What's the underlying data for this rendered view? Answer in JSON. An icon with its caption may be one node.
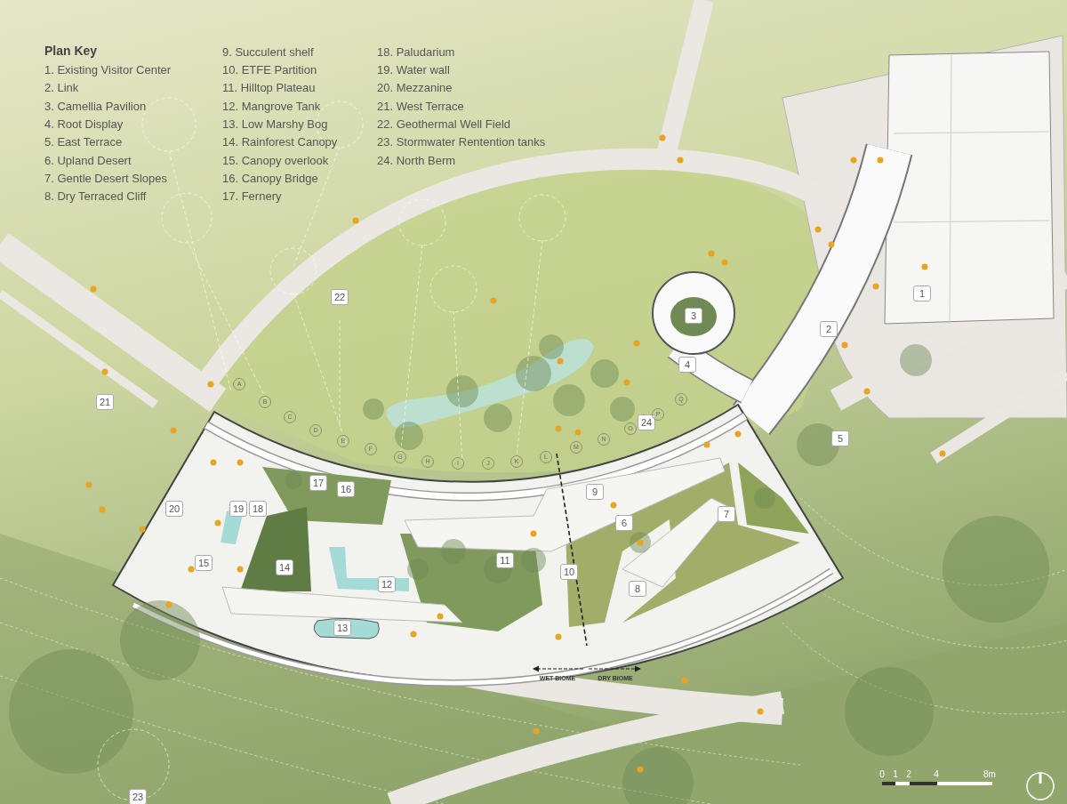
{
  "diagram": {
    "labels": [
      "Plan Key",
      "1. Existing Visitor Center",
      "2. Link",
      "3. Camellia Pavilion",
      "4. Root Display",
      "5. East Terrace",
      "6. Upland Desert",
      "7. Gentle Desert Slopes",
      "8. Dry Terraced Cliff",
      "9. Succulent shelf",
      "10. ETFE Partition",
      "11. Hilltop Plateau",
      "12. Mangrove Tank",
      "13. Low Marshy Bog",
      "14. Rainforest Canopy",
      "15. Canopy overlook",
      "16. Canopy Bridge",
      "17. Fernery",
      "18. Paludarium",
      "19. Water wall",
      "20. Mezzanine",
      "21. West Terrace",
      "22. Geothermal Well Field",
      "23. Stormwater Rentention tanks",
      "24. North Berm",
      "1",
      "2",
      "3",
      "4",
      "5",
      "6",
      "7",
      "8",
      "9",
      "10",
      "11",
      "12",
      "13",
      "14",
      "15",
      "16",
      "17",
      "20",
      "19",
      "18",
      "21",
      "22",
      "23",
      "24",
      "A",
      "B",
      "C",
      "D",
      "E",
      "F",
      "G",
      "H",
      "I",
      "J",
      "K",
      "L",
      "M",
      "N",
      "O",
      "P",
      "Q",
      "WET BIOME",
      "DRY BIOME",
      "0",
      "1",
      "2",
      "4",
      "8m"
    ]
  }
}
